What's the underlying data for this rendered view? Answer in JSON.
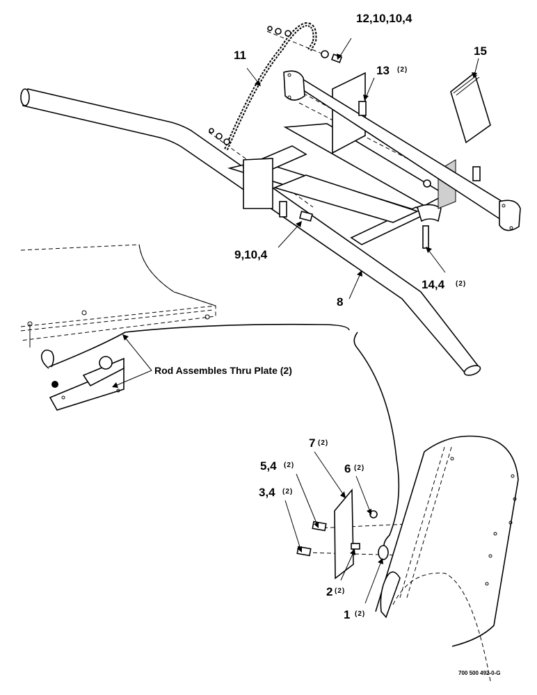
{
  "callouts": [
    {
      "id": "c12",
      "label": "12,10,10,4",
      "qty": ""
    },
    {
      "id": "c11",
      "label": "11",
      "qty": ""
    },
    {
      "id": "c13",
      "label": "13",
      "qty": "(2)"
    },
    {
      "id": "c15",
      "label": "15",
      "qty": ""
    },
    {
      "id": "c9",
      "label": "9,10,4",
      "qty": ""
    },
    {
      "id": "c14",
      "label": "14,4",
      "qty": "(2)"
    },
    {
      "id": "c8",
      "label": "8",
      "qty": ""
    },
    {
      "id": "c7",
      "label": "7",
      "qty": "(2)"
    },
    {
      "id": "c5",
      "label": "5,4",
      "qty": "(2)"
    },
    {
      "id": "c6",
      "label": "6",
      "qty": "(2)"
    },
    {
      "id": "c3",
      "label": "3,4",
      "qty": "(2)"
    },
    {
      "id": "c2",
      "label": "2",
      "qty": "(2)"
    },
    {
      "id": "c1",
      "label": "1",
      "qty": "(2)"
    }
  ],
  "note": "Rod Assembles Thru Plate (2)",
  "drawing_number": "700 500 492-0-G"
}
